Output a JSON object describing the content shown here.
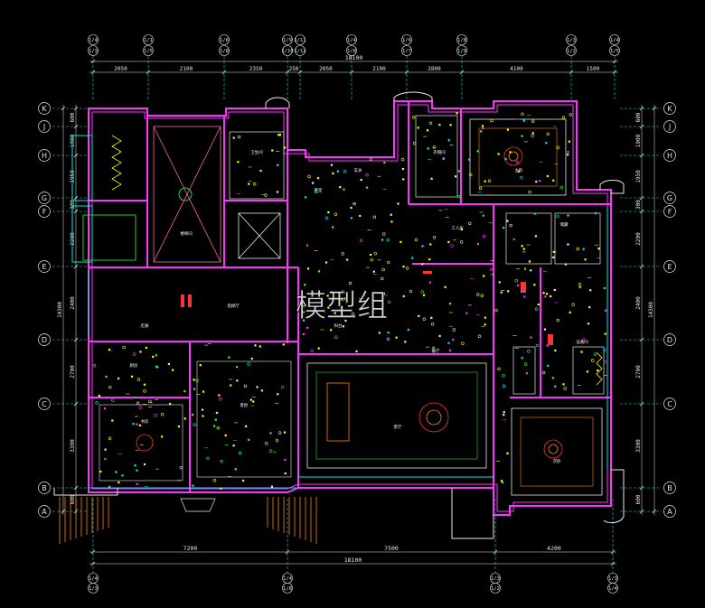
{
  "watermark": "模型组",
  "row_axes": [
    "K",
    "J",
    "H",
    "G",
    "F",
    "E",
    "D",
    "C",
    "B",
    "A"
  ],
  "top_axis_numbers": [
    [
      "1/4",
      "1/3"
    ],
    [
      "1/1",
      "1/5"
    ],
    [
      "1/6",
      "1/8"
    ],
    [
      "1/9",
      "1/10"
    ],
    [
      "1/11",
      "1/12"
    ],
    [
      "1/4",
      "1/8"
    ],
    [
      "1/6",
      "1/7"
    ],
    [
      "1/8",
      "1/9"
    ],
    [
      "1/3",
      "1/2"
    ],
    [
      "1/4",
      "1/5"
    ]
  ],
  "bottom_axis_numbers": [
    [
      "1/4",
      "1/3"
    ],
    [
      "1/4",
      "1/8"
    ],
    [
      "1/3",
      "1/2"
    ],
    [
      "1/3",
      "1/4"
    ]
  ],
  "dim_top_segments": [
    "2050",
    "2100",
    "2350",
    "250",
    "2050",
    "2100",
    "2800",
    "4100",
    "1500"
  ],
  "dim_top_total": "18100",
  "dim_bottom_segments": [
    "7200",
    "7500",
    "4200"
  ],
  "dim_bottom_total": "18100",
  "dim_left_segments": [
    "600",
    "1900",
    "1950",
    "300",
    "2200",
    "2400",
    "2700",
    "3300",
    "600"
  ],
  "dim_right_segments": [
    "600",
    "1900",
    "1950",
    "300",
    "2200",
    "2400",
    "2700",
    "3300",
    "600"
  ],
  "dim_side_total": "14300",
  "room_labels": [
    "客厅",
    "餐厅",
    "厨房",
    "卫生间",
    "主卧",
    "次卧",
    "书房",
    "阳台",
    "电梯厅",
    "楼梯间",
    "走廊",
    "衣帽间",
    "储藏",
    "玄关",
    "设备间",
    "工人房",
    "客卧",
    "茶室"
  ],
  "colors": {
    "background": "#000000",
    "wall": "#ff33ff",
    "furniture": "#ffff00",
    "fixture_green": "#33ff33",
    "grid_cyan": "#00e6e6",
    "dim_white": "#e8e8e8",
    "pink_stair": "#ff66aa",
    "orange": "#ff8800",
    "blue": "#3366ff",
    "red": "#ff3333"
  }
}
